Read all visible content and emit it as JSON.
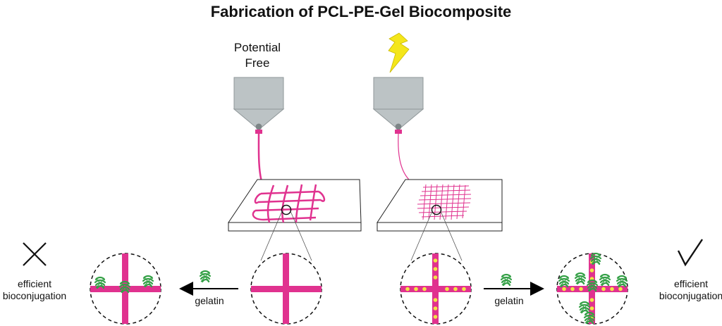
{
  "title": "Fabrication of PCL-PE-Gel Biocomposite",
  "left_panel": {
    "label_line1": "Potential",
    "label_line2": "Free",
    "result_line1": "efficient",
    "result_line2": "bioconjugation",
    "arrow_label": "gelatin",
    "result_icon": "cross-icon"
  },
  "right_panel": {
    "result_line1": "efficient",
    "result_line2": "bioconjugation",
    "arrow_label": "gelatin",
    "result_icon": "checkmark-icon",
    "top_icon": "lightning-bolt-icon"
  },
  "colors": {
    "fiber": "#e0328f",
    "nozzle": "#bcc3c5",
    "nozzle_stroke": "#8f9799",
    "gelatin": "#34a046",
    "dot": "#f2e545",
    "lightning": "#f4e61a"
  }
}
